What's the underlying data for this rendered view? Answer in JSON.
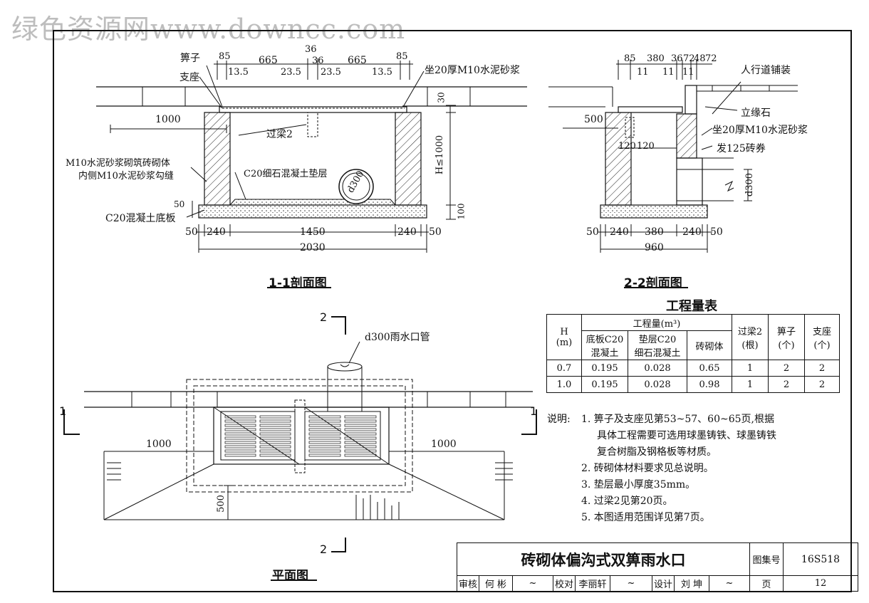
{
  "watermark": "绿色资源网www.downcc.com",
  "section11": {
    "title": "1-1剖面图",
    "dims_top": [
      "85",
      "665",
      "36",
      "665",
      "85"
    ],
    "dims_top2": [
      "13.5",
      "23.5",
      "36",
      "23.5",
      "13.5"
    ],
    "dim_1000": "1000",
    "dim_30": "30",
    "dim_h": "H≤1000",
    "dim_50": "50",
    "dim_100": "100",
    "dims_bottom": [
      "50",
      "240",
      "1450",
      "240",
      "50"
    ],
    "dim_total": "2030",
    "labels": {
      "grate": "箅子",
      "support": "支座",
      "mortar_bed": "坐20厚M10水泥砂浆",
      "beam": "过梁2",
      "masonry1": "M10水泥砂浆砌筑砖砌体",
      "masonry2": "内侧M10水泥砂浆勾缝",
      "cushion": "C20细石混凝土垫层",
      "pipe": "d300",
      "base": "C20混凝土底板"
    }
  },
  "section22": {
    "title": "2-2剖面图",
    "dims_top": [
      "85",
      "380",
      "36",
      "72",
      "48",
      "72"
    ],
    "dims_top2": [
      "11",
      "11",
      "11"
    ],
    "dim_500": "500",
    "dim_120a": "120",
    "dim_120b": "120",
    "dim_d300": "d300",
    "dims_bottom": [
      "50",
      "240",
      "380",
      "240",
      "50"
    ],
    "dim_total": "960",
    "labels": {
      "paving": "人行道铺装",
      "curb": "立缘石",
      "mortar_bed": "坐20厚M10水泥砂浆",
      "arch": "发125砖券"
    }
  },
  "plan": {
    "title": "平面图",
    "section_mark_2": "2",
    "section_mark_1": "1",
    "pipe_label": "d300雨水口管",
    "dim_1000_left": "1000",
    "dim_1000_right": "1000",
    "dim_500": "500"
  },
  "quantity_table": {
    "title": "工程量表",
    "h_label": "H",
    "h_unit": "(m)",
    "qty_label": "工程量(m³)",
    "col_base1": "底板C20",
    "col_base2": "混凝土",
    "col_cushion1": "垫层C20",
    "col_cushion2": "细石混凝土",
    "col_masonry": "砖砌体",
    "col_beam1": "过梁2",
    "col_beam2": "(根)",
    "col_grate1": "箅子",
    "col_grate2": "(个)",
    "col_support1": "支座",
    "col_support2": "(个)",
    "rows": [
      [
        "0.7",
        "0.195",
        "0.028",
        "0.65",
        "1",
        "2",
        "2"
      ],
      [
        "1.0",
        "0.195",
        "0.028",
        "0.98",
        "1",
        "2",
        "2"
      ]
    ]
  },
  "notes": {
    "heading": "说明:",
    "lines": [
      "1. 箅子及支座见第53~57、60~65页,根据",
      "具体工程需要可选用球墨铸铁、球墨铸铁",
      "复合树脂及钢格板等材质。",
      "2. 砖砌体材料要求见总说明。",
      "3. 垫层最小厚度35mm。",
      "4. 过梁2见第20页。",
      "5. 本图适用范围详见第7页。"
    ]
  },
  "title_block": {
    "drawing_title": "砖砌体偏沟式双箅雨水口",
    "atlas_label": "图集号",
    "atlas_no": "16S518",
    "review_label": "审核",
    "reviewer": "何 彬",
    "check_label": "校对",
    "checker": "李丽轩",
    "design_label": "设计",
    "designer": "刘 坤",
    "page_label": "页",
    "page_no": "12"
  }
}
